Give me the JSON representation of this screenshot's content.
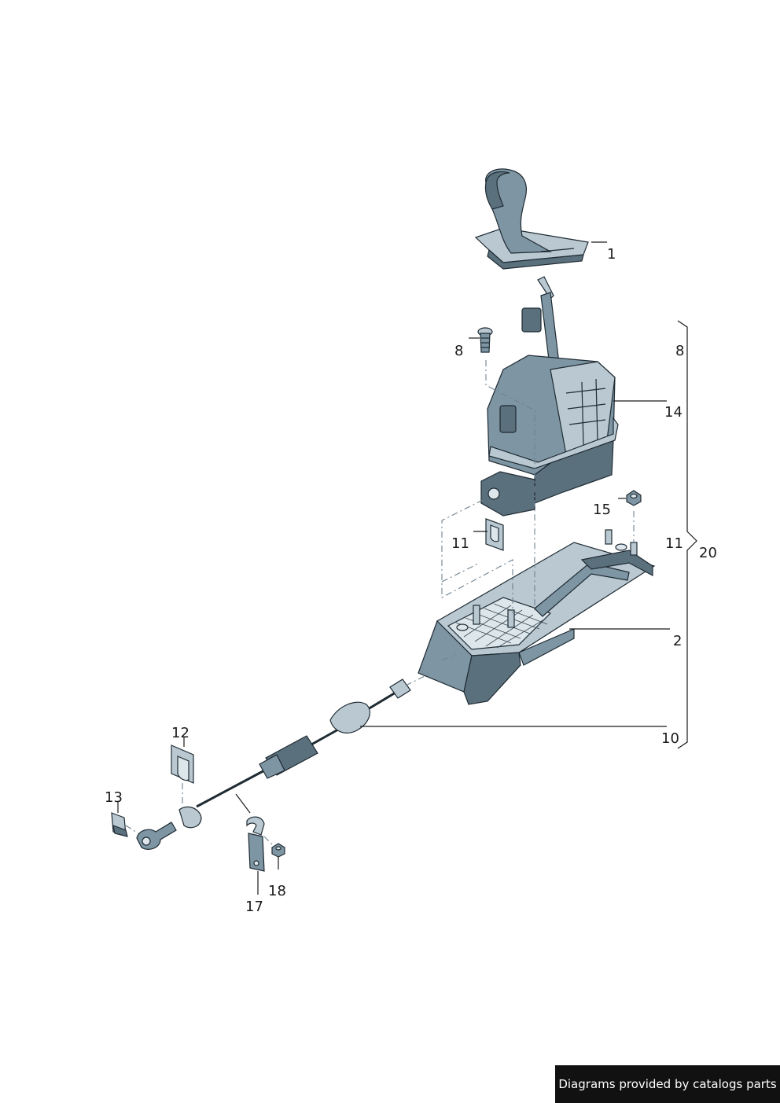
{
  "callouts": {
    "c1": "1",
    "c2": "2",
    "c8a": "8",
    "c8b": "8",
    "c10": "10",
    "c11a": "11",
    "c11b": "11",
    "c12": "12",
    "c13": "13",
    "c14": "14",
    "c15": "15",
    "c17": "17",
    "c18": "18",
    "c20": "20"
  },
  "credit": "Diagrams provided by catalogs parts",
  "colors": {
    "part_fill": "#7e95a3",
    "part_dark": "#5b707d",
    "part_light": "#b9c8d1",
    "outline": "#1f2b33",
    "credit_bg": "#111111"
  }
}
